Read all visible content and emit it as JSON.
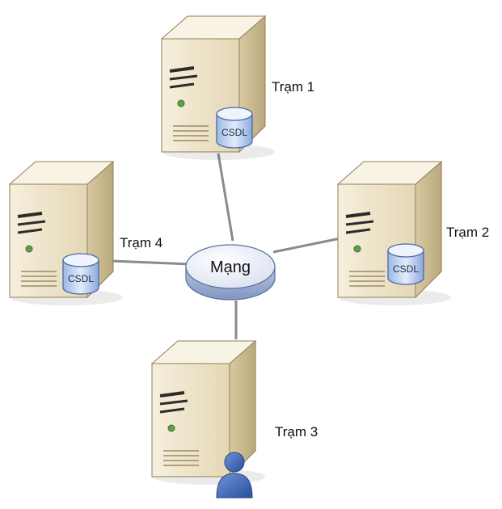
{
  "diagram": {
    "hub": {
      "label": "Mạng",
      "icon": "network-cloud-icon"
    },
    "nodes": [
      {
        "id": "tram-1",
        "label": "Trạm 1",
        "badge": "database-icon",
        "badge_label": "CSDL"
      },
      {
        "id": "tram-2",
        "label": "Trạm 2",
        "badge": "database-icon",
        "badge_label": "CSDL"
      },
      {
        "id": "tram-3",
        "label": "Trạm 3",
        "badge": "user-icon"
      },
      {
        "id": "tram-4",
        "label": "Trạm 4",
        "badge": "database-icon",
        "badge_label": "CSDL"
      }
    ],
    "colors": {
      "server_front": "#efe6cf",
      "server_side": "#cdbf98",
      "server_top": "#f7f1e0",
      "hub_top": "#e9edf7",
      "hub_side": "#9fb0cf",
      "database": "#c9d9f2",
      "user": "#3f67b3",
      "link": "#8a8a8a"
    }
  }
}
